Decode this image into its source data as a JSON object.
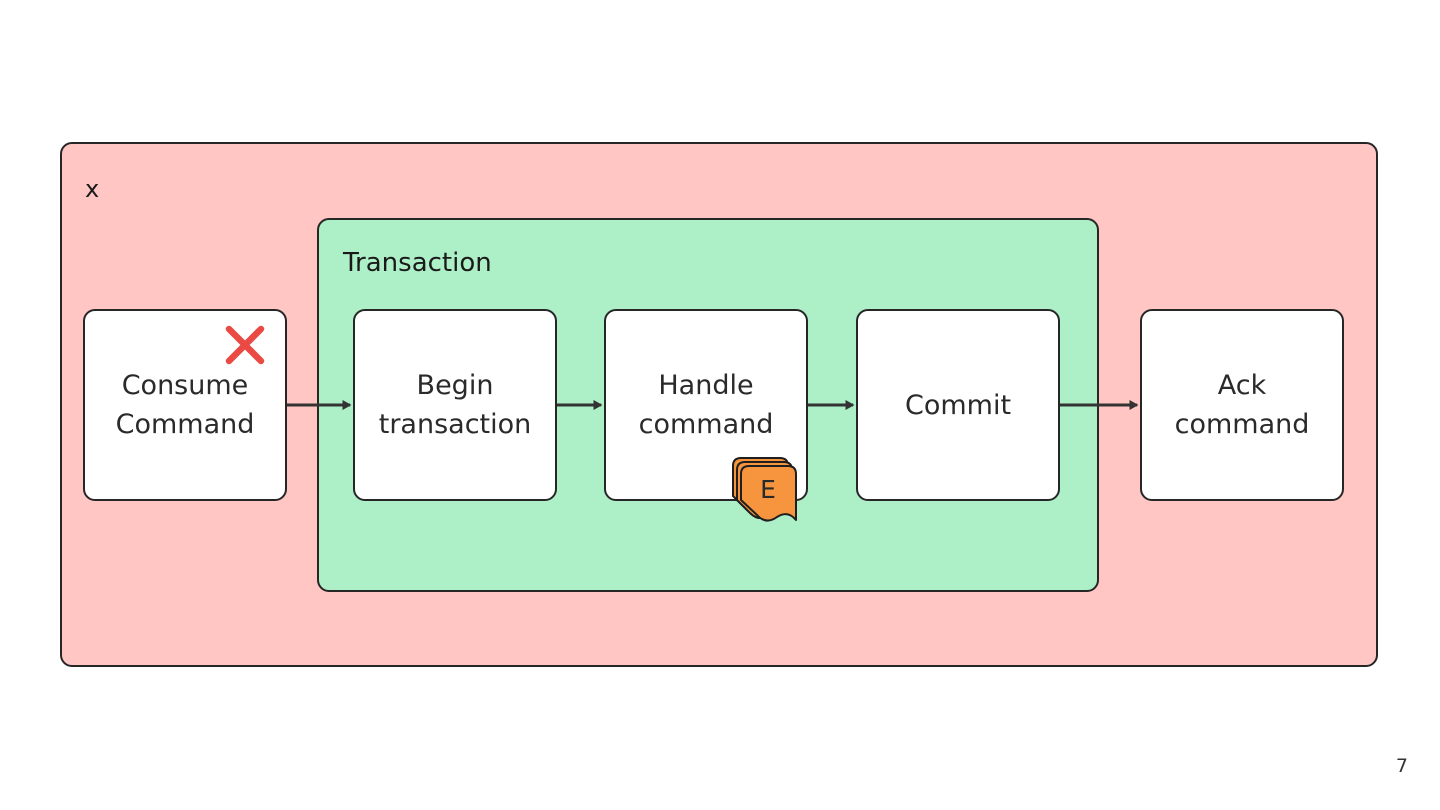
{
  "diagram": {
    "container": {
      "label": "x",
      "fill_color": "#ffc6c4"
    },
    "group": {
      "label": "Transaction",
      "fill_color": "#adf0c8"
    },
    "steps": [
      {
        "label": "Consume\nCommand"
      },
      {
        "label": "Begin\ntransaction"
      },
      {
        "label": "Handle\ncommand"
      },
      {
        "label": "Commit"
      },
      {
        "label": "Ack\ncommand"
      }
    ],
    "annotations": {
      "failure_icon": "red-x-icon",
      "failure_color": "#ea4a43",
      "event_badge_icon": "stacked-event-cards-icon",
      "event_badge_letter": "E",
      "event_badge_color": "#f7953f"
    },
    "connector_color": "#333333"
  },
  "footer": {
    "page_number": "7"
  }
}
